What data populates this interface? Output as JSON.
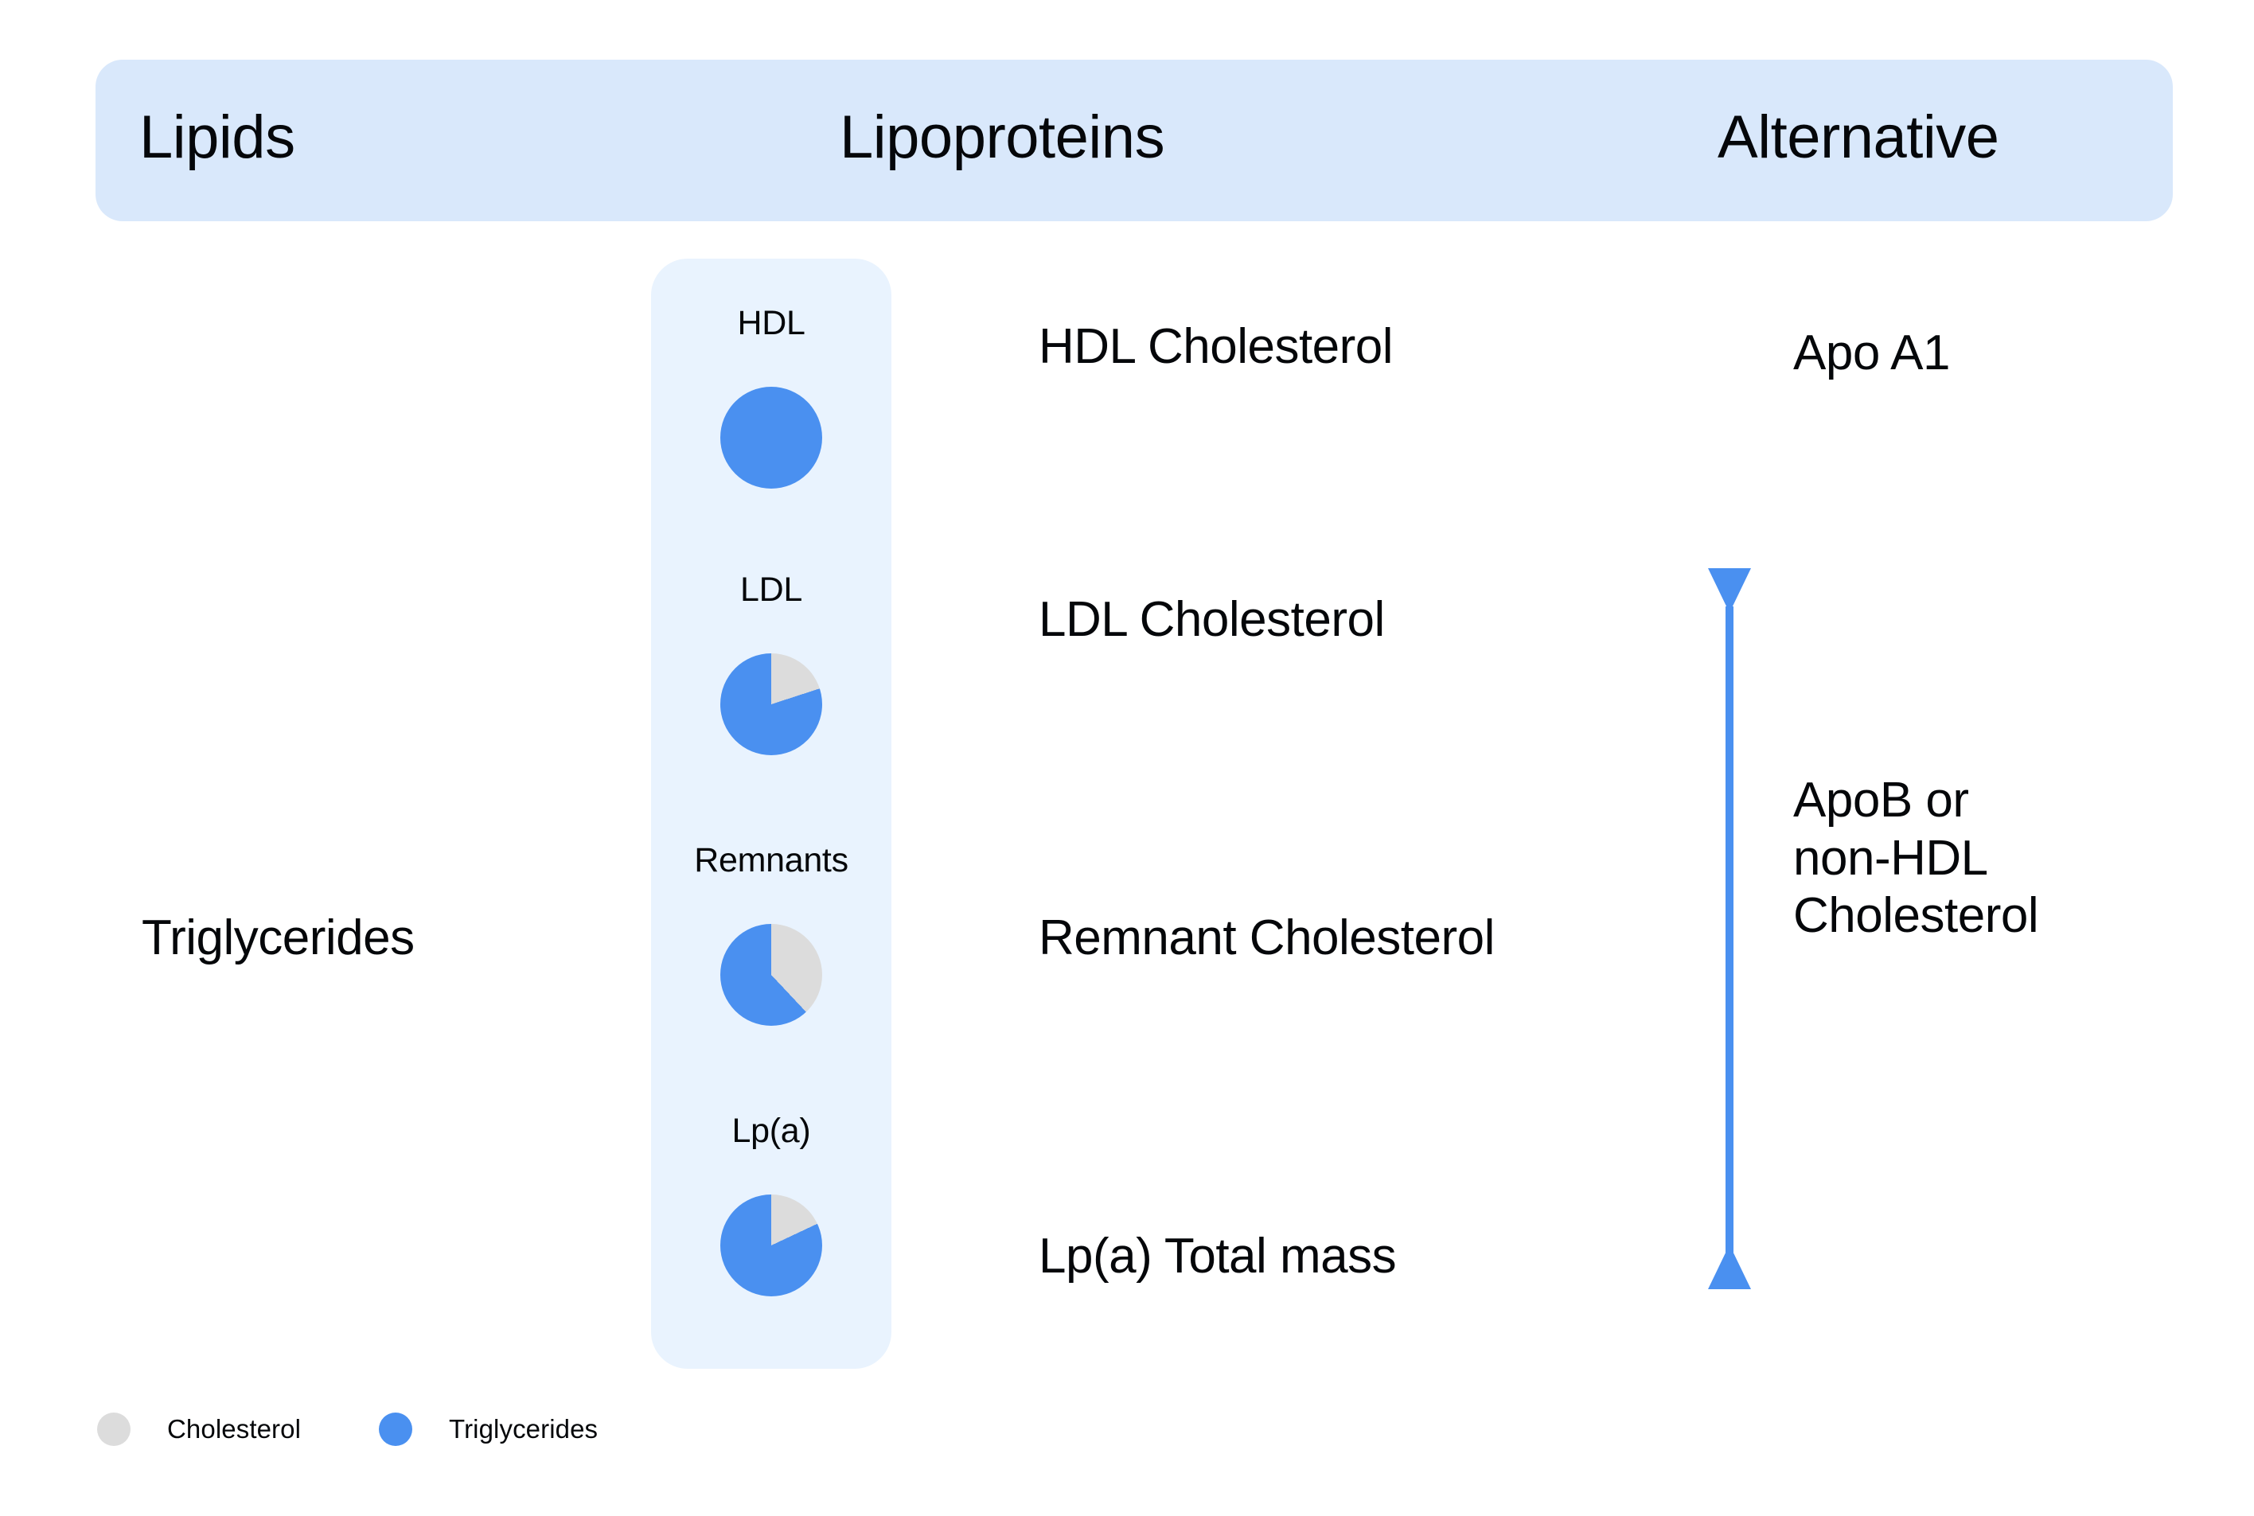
{
  "colors": {
    "header_band_bg": "#d9e8fb",
    "panel_bg": "#e9f3fe",
    "triglycerides": "#4a90f0",
    "cholesterol": "#dcdcdc",
    "text": "#05070a",
    "page_bg": "#ffffff"
  },
  "header": {
    "columns": [
      {
        "label": "Lipids"
      },
      {
        "label": "Lipoproteins"
      },
      {
        "label": "Alternative"
      }
    ]
  },
  "left_column": {
    "label": "Triglycerides"
  },
  "lipoproteins": [
    {
      "label": "HDL",
      "cholesterol_pct": 0,
      "triglycerides_pct": 100
    },
    {
      "label": "LDL",
      "cholesterol_pct": 20,
      "triglycerides_pct": 80
    },
    {
      "label": "Remnants",
      "cholesterol_pct": 38,
      "triglycerides_pct": 62
    },
    {
      "label": "Lp(a)",
      "cholesterol_pct": 18,
      "triglycerides_pct": 82
    }
  ],
  "measurements": [
    {
      "label": "HDL Cholesterol"
    },
    {
      "label": "LDL Cholesterol"
    },
    {
      "label": "Remnant Cholesterol"
    },
    {
      "label": "Lp(a) Total mass"
    }
  ],
  "alternatives": [
    {
      "label": "Apo A1"
    },
    {
      "label": "ApoB or\nnon-HDL\nCholesterol"
    }
  ],
  "bracket": {
    "name": "double-headed-arrow",
    "color": "#4a90f0"
  },
  "legend": {
    "items": [
      {
        "label": "Cholesterol",
        "color": "#dcdcdc"
      },
      {
        "label": "Triglycerides",
        "color": "#4a90f0"
      }
    ]
  },
  "chart_data": {
    "type": "pie",
    "title": "Lipid composition of lipoprotein classes",
    "series_names": [
      "Cholesterol",
      "Triglycerides"
    ],
    "colors": [
      "#dcdcdc",
      "#4a90f0"
    ],
    "charts": [
      {
        "name": "HDL",
        "categories": [
          "Cholesterol",
          "Triglycerides"
        ],
        "values": [
          0,
          100
        ]
      },
      {
        "name": "LDL",
        "categories": [
          "Cholesterol",
          "Triglycerides"
        ],
        "values": [
          20,
          80
        ]
      },
      {
        "name": "Remnants",
        "categories": [
          "Cholesterol",
          "Triglycerides"
        ],
        "values": [
          38,
          62
        ]
      },
      {
        "name": "Lp(a)",
        "categories": [
          "Cholesterol",
          "Triglycerides"
        ],
        "values": [
          18,
          82
        ]
      }
    ],
    "legend_position": "bottom-left",
    "grid": false
  }
}
